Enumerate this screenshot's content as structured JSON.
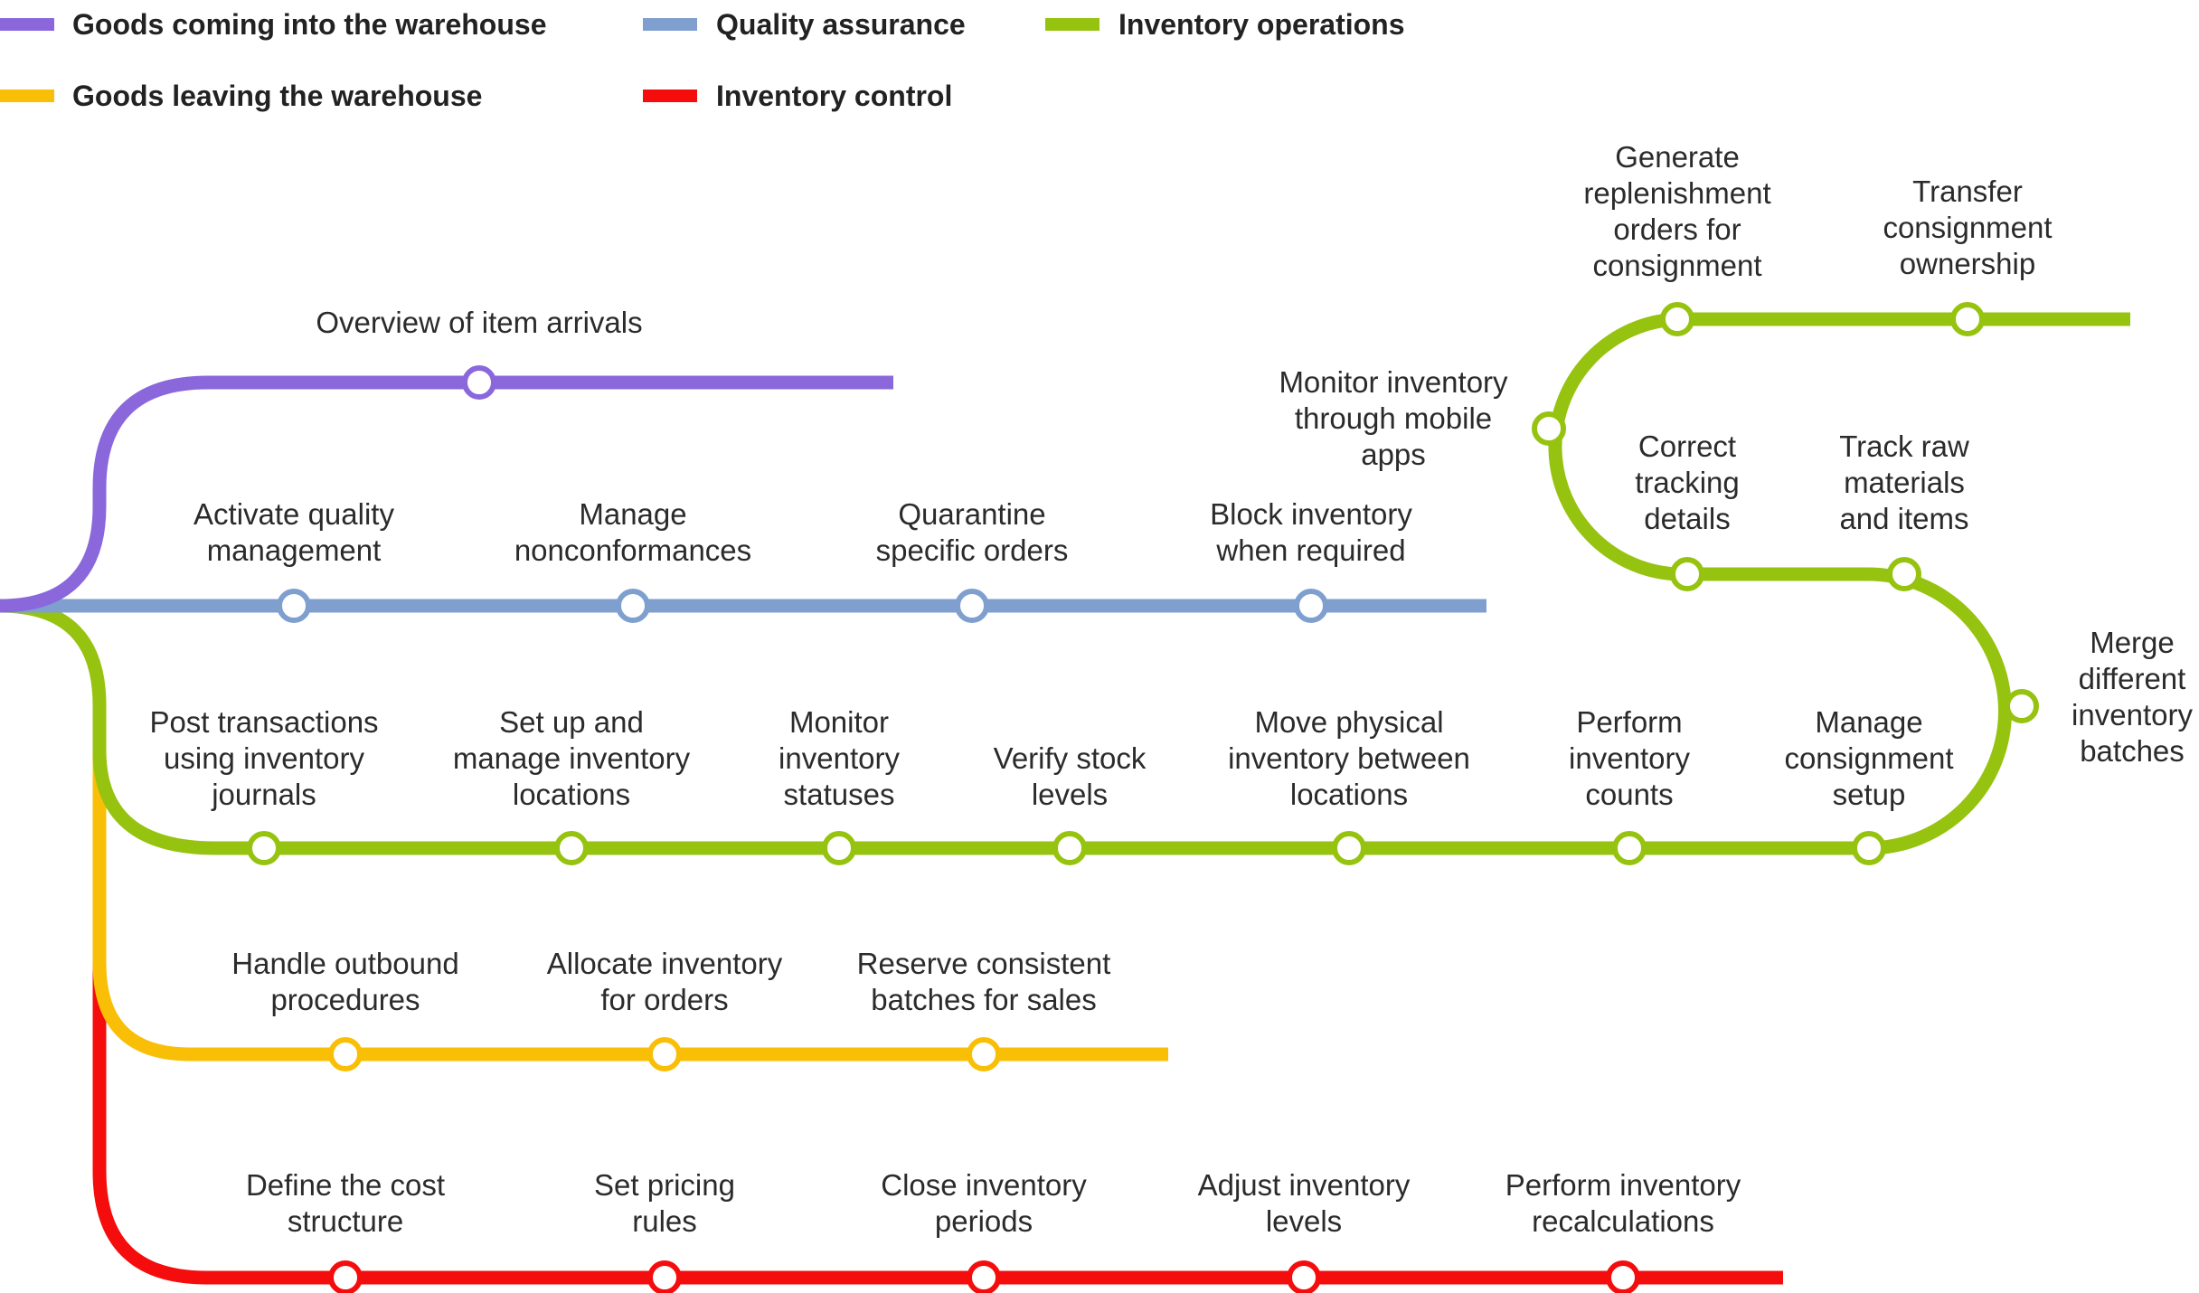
{
  "legend": [
    {
      "id": "incoming",
      "label": "Goods coming into the warehouse",
      "color": "#8a68dc"
    },
    {
      "id": "quality",
      "label": "Quality assurance",
      "color": "#7f9fcf"
    },
    {
      "id": "operations",
      "label": "Inventory operations",
      "color": "#96c30f"
    },
    {
      "id": "leaving",
      "label": "Goods leaving the warehouse",
      "color": "#f9bf06"
    },
    {
      "id": "control",
      "label": "Inventory control",
      "color": "#f50c0c"
    }
  ],
  "lines": {
    "incoming": {
      "stations": [
        {
          "label": [
            "Overview of item arrivals"
          ]
        }
      ]
    },
    "quality": {
      "stations": [
        {
          "label": [
            "Activate quality",
            "management"
          ]
        },
        {
          "label": [
            "Manage",
            "nonconformances"
          ]
        },
        {
          "label": [
            "Quarantine",
            "specific orders"
          ]
        },
        {
          "label": [
            "Block inventory",
            "when required"
          ]
        }
      ]
    },
    "operations": {
      "stations": [
        {
          "label": [
            "Post transactions",
            "using inventory",
            "journals"
          ]
        },
        {
          "label": [
            "Set up and",
            "manage inventory",
            "locations"
          ]
        },
        {
          "label": [
            "Monitor",
            "inventory",
            "statuses"
          ]
        },
        {
          "label": [
            "Verify stock",
            "levels"
          ]
        },
        {
          "label": [
            "Move physical",
            "inventory between",
            "locations"
          ]
        },
        {
          "label": [
            "Perform",
            "inventory",
            "counts"
          ]
        },
        {
          "label": [
            "Manage",
            "consignment",
            "setup"
          ]
        },
        {
          "label": [
            "Merge",
            "different",
            "inventory",
            "batches"
          ]
        },
        {
          "label": [
            "Track raw",
            "materials",
            "and items"
          ]
        },
        {
          "label": [
            "Correct",
            "tracking",
            "details"
          ]
        },
        {
          "label": [
            "Monitor inventory",
            "through mobile",
            "apps"
          ]
        },
        {
          "label": [
            "Generate",
            "replenishment",
            "orders for",
            "consignment"
          ]
        },
        {
          "label": [
            "Transfer",
            "consignment",
            "ownership"
          ]
        }
      ]
    },
    "leaving": {
      "stations": [
        {
          "label": [
            "Handle outbound",
            "procedures"
          ]
        },
        {
          "label": [
            "Allocate inventory",
            "for orders"
          ]
        },
        {
          "label": [
            "Reserve consistent",
            "batches for sales"
          ]
        }
      ]
    },
    "control": {
      "stations": [
        {
          "label": [
            "Define the cost",
            "structure"
          ]
        },
        {
          "label": [
            "Set pricing",
            "rules"
          ]
        },
        {
          "label": [
            "Close inventory",
            "periods"
          ]
        },
        {
          "label": [
            "Adjust inventory",
            "levels"
          ]
        },
        {
          "label": [
            "Perform inventory",
            "recalculations"
          ]
        }
      ]
    }
  }
}
